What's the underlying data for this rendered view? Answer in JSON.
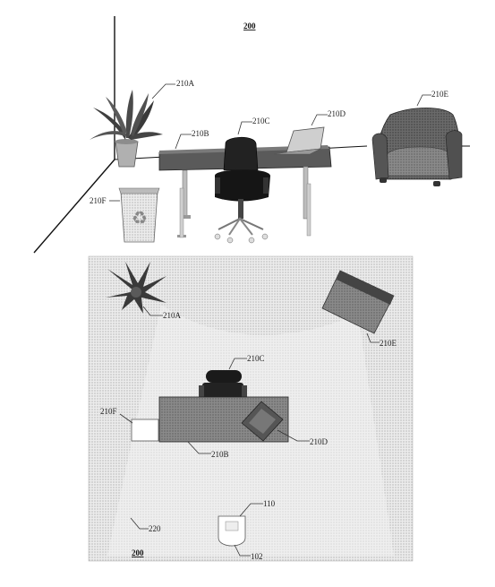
{
  "figure": {
    "top_view": {
      "figure_number": "200",
      "labels": {
        "plant": "210A",
        "desk": "210B",
        "chair": "210C",
        "laptop": "210D",
        "armchair": "210E",
        "recycle_bin": "210F"
      }
    },
    "plan_view": {
      "figure_number": "200",
      "labels": {
        "plant": "210A",
        "desk": "210B",
        "chair": "210C",
        "laptop": "210D",
        "armchair": "210E",
        "recycle_bin": "210F",
        "floor": "220",
        "device": "110",
        "device_base": "102"
      }
    }
  },
  "colors": {
    "desk_top": "#555555",
    "chair": "#222222",
    "chair_dark": "#111111",
    "armchair": "#6b6b6b",
    "armchair_dark": "#4a4a4a",
    "plant_leaf": "#3f3f3f",
    "pot": "#aaaaaa",
    "floor": "#d9d9d9",
    "line": "#111111"
  },
  "icons": [
    "recycle-icon"
  ]
}
